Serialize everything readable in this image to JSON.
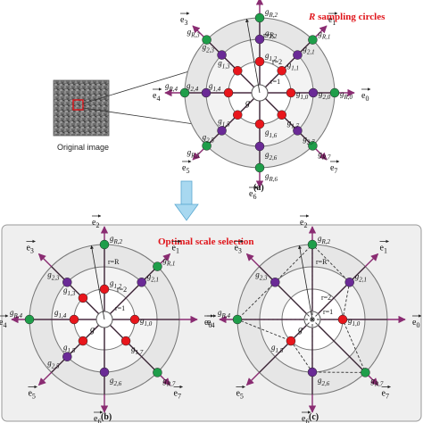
{
  "labels": {
    "top_title_italic": "R",
    "top_title_rest": " sampling circles",
    "bottom_title": "Optimal scale selection",
    "original_image": "Original image",
    "panel_a": "(a)",
    "panel_b": "(b)",
    "panel_c": "(c)",
    "r_eq_R": "r=R",
    "r_eq_2": "r=2",
    "r_eq_1": "r=1",
    "g_center": "g"
  },
  "colors": {
    "red": "#e8161c",
    "purple": "#6a2a96",
    "green": "#1f9e4a",
    "arrow": "#8a2c72",
    "panel_bg": "#efefef",
    "down_arrow": "#a8d8f0"
  },
  "diagrams": [
    {
      "id": "a",
      "points": [
        {
          "ring": 3,
          "angle": 0,
          "type": "green",
          "label": "gR,0"
        },
        {
          "ring": 3,
          "angle": 45,
          "type": "green",
          "label": "gR,1"
        },
        {
          "ring": 3,
          "angle": 90,
          "type": "green",
          "label": "gR,2"
        },
        {
          "ring": 3,
          "angle": 135,
          "type": "green",
          "label": "gR,3"
        },
        {
          "ring": 3,
          "angle": 180,
          "type": "green",
          "label": "gR,4"
        },
        {
          "ring": 3,
          "angle": 225,
          "type": "green",
          "label": "gR,5"
        },
        {
          "ring": 3,
          "angle": 270,
          "type": "green",
          "label": "gR,6"
        },
        {
          "ring": 3,
          "angle": 315,
          "type": "green",
          "label": "gR,7"
        },
        {
          "ring": 2,
          "angle": 0,
          "type": "purple",
          "label": "g2,0"
        },
        {
          "ring": 2,
          "angle": 45,
          "type": "purple",
          "label": "g2,1"
        },
        {
          "ring": 2,
          "angle": 90,
          "type": "purple",
          "label": "g2,2"
        },
        {
          "ring": 2,
          "angle": 135,
          "type": "purple",
          "label": "g2,3"
        },
        {
          "ring": 2,
          "angle": 180,
          "type": "purple",
          "label": "g2,4"
        },
        {
          "ring": 2,
          "angle": 225,
          "type": "purple",
          "label": "g2,5"
        },
        {
          "ring": 2,
          "angle": 270,
          "type": "purple",
          "label": "g2,6"
        },
        {
          "ring": 2,
          "angle": 315,
          "type": "purple",
          "label": "g2,7"
        },
        {
          "ring": 1,
          "angle": 0,
          "type": "red",
          "label": "g1,0"
        },
        {
          "ring": 1,
          "angle": 45,
          "type": "red",
          "label": "g1,1"
        },
        {
          "ring": 1,
          "angle": 90,
          "type": "red",
          "label": "g1,2"
        },
        {
          "ring": 1,
          "angle": 135,
          "type": "red",
          "label": "g1,3"
        },
        {
          "ring": 1,
          "angle": 180,
          "type": "red",
          "label": "g1,4"
        },
        {
          "ring": 1,
          "angle": 225,
          "type": "red",
          "label": "g1,5"
        },
        {
          "ring": 1,
          "angle": 270,
          "type": "red",
          "label": "g1,6"
        },
        {
          "ring": 1,
          "angle": 315,
          "type": "red",
          "label": "g1,7"
        }
      ]
    },
    {
      "id": "b",
      "points": [
        {
          "ring": 1,
          "angle": 0,
          "type": "red",
          "label": "g1,0"
        },
        {
          "ring": 3,
          "angle": 45,
          "type": "green",
          "label": "gR,1"
        },
        {
          "ring": 2,
          "angle": 45,
          "type": "purple",
          "label": "g2,1"
        },
        {
          "ring": 3,
          "angle": 90,
          "type": "green",
          "label": "gR,2"
        },
        {
          "ring": 1,
          "angle": 90,
          "type": "red",
          "label": "g1,2"
        },
        {
          "ring": 2,
          "angle": 135,
          "type": "purple",
          "label": "g2,3"
        },
        {
          "ring": 1,
          "angle": 135,
          "type": "red",
          "label": "g1,3"
        },
        {
          "ring": 3,
          "angle": 180,
          "type": "green",
          "label": "gR,4"
        },
        {
          "ring": 1,
          "angle": 180,
          "type": "red",
          "label": "g1,4"
        },
        {
          "ring": 2,
          "angle": 225,
          "type": "purple",
          "label": "g2,5"
        },
        {
          "ring": 1,
          "angle": 225,
          "type": "red",
          "label": "g1,5"
        },
        {
          "ring": 2,
          "angle": 270,
          "type": "purple",
          "label": "g2,6"
        },
        {
          "ring": 3,
          "angle": 315,
          "type": "green",
          "label": "gR,7"
        },
        {
          "ring": 1,
          "angle": 315,
          "type": "red",
          "label": "g1,7"
        }
      ]
    },
    {
      "id": "c",
      "points": [
        {
          "ring": 1,
          "angle": 0,
          "type": "red",
          "label": "g1,0"
        },
        {
          "ring": 2,
          "angle": 45,
          "type": "purple",
          "label": "g2,1"
        },
        {
          "ring": 3,
          "angle": 90,
          "type": "green",
          "label": "gR,2"
        },
        {
          "ring": 2,
          "angle": 135,
          "type": "purple",
          "label": "g2,3"
        },
        {
          "ring": 3,
          "angle": 180,
          "type": "green",
          "label": "gR,4"
        },
        {
          "ring": 1,
          "angle": 225,
          "type": "red",
          "label": "g1,5"
        },
        {
          "ring": 2,
          "angle": 270,
          "type": "purple",
          "label": "g2,6"
        },
        {
          "ring": 3,
          "angle": 315,
          "type": "green",
          "label": "gR,7"
        }
      ]
    }
  ],
  "axes": [
    "e0",
    "e1",
    "e2",
    "e3",
    "e4",
    "e5",
    "e6",
    "e7"
  ]
}
